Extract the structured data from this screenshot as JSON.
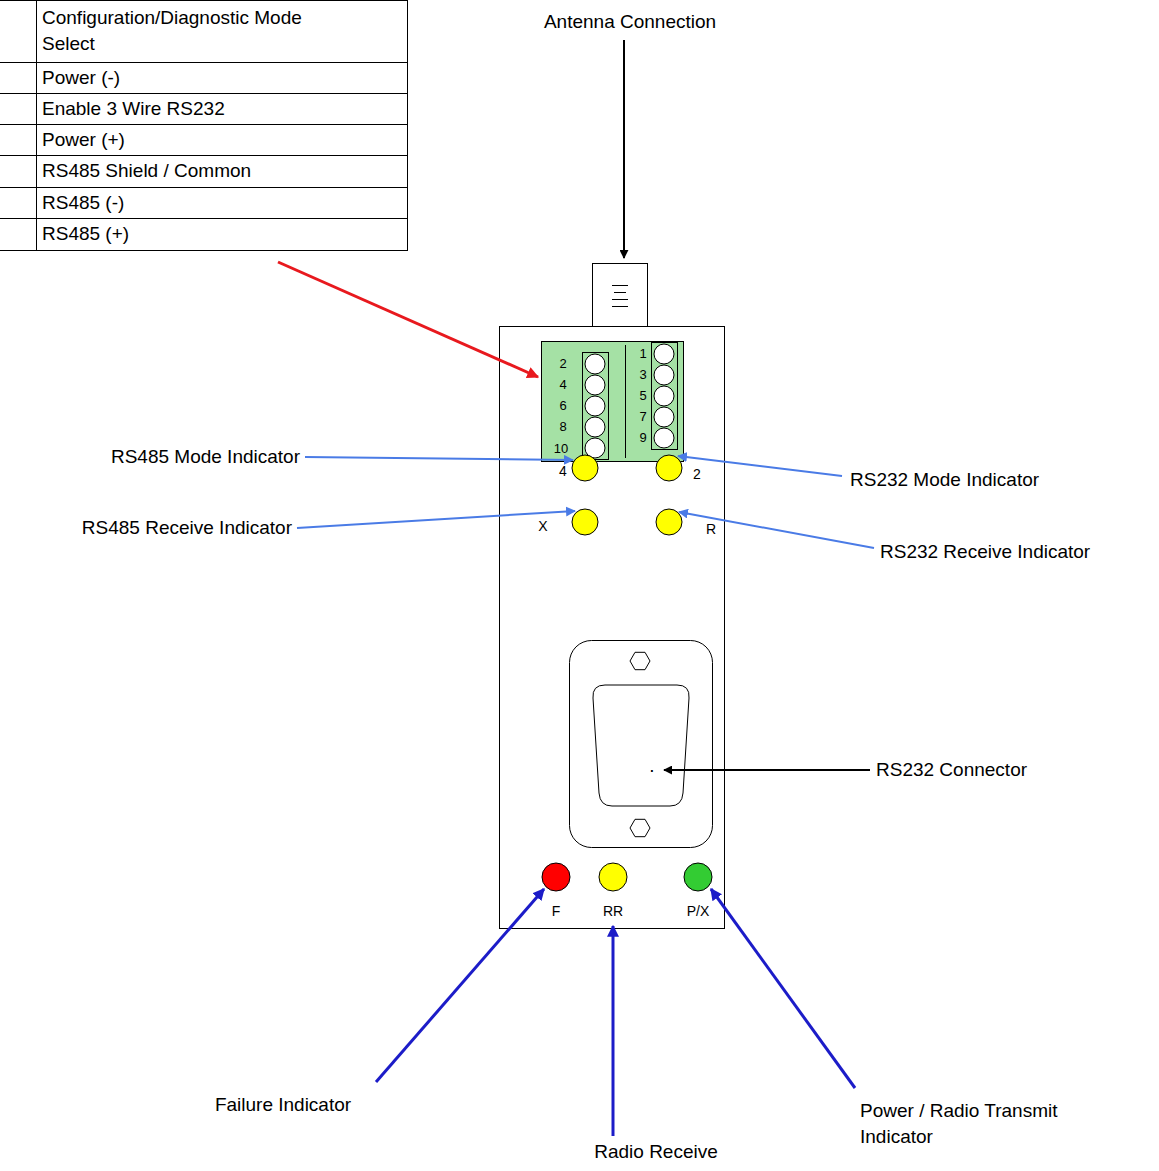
{
  "diagram": {
    "labels": [
      "Configuration/Diagnostic Mode Select",
      "Power (-)",
      "Enable 3 Wire RS232",
      "Power (+)",
      "RS485 Shield / Common",
      "RS485 (-)",
      "RS485 (+)",
      "Antenna Connection",
      "2",
      "4",
      "6",
      "8",
      "10",
      "1",
      "3",
      "5",
      "7",
      "9",
      "RS485 Mode Indicator",
      "4",
      "2",
      "RS232 Mode Indicator",
      "RS485 Receive Indicator",
      "X",
      "R",
      "RS232 Receive Indicator",
      ".",
      "RS232 Connector",
      "F",
      "RR",
      "P/X",
      "Failure Indicator",
      "Radio Receive",
      "Power / Radio Transmit Indicator"
    ]
  }
}
